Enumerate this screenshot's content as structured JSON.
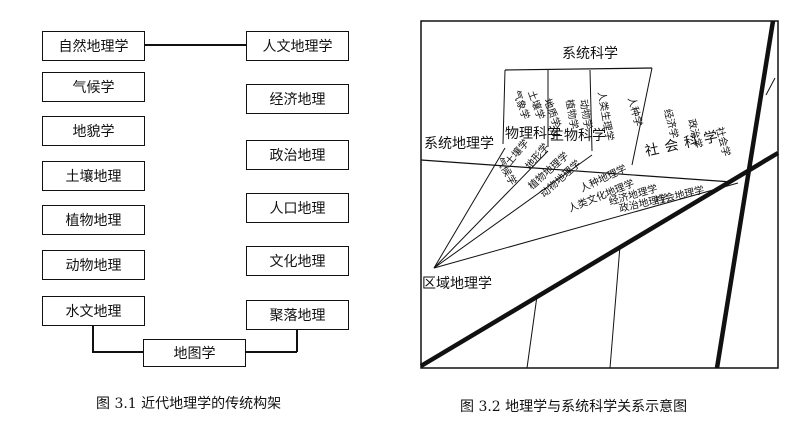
{
  "fig1": {
    "left_column": [
      "自然地理学",
      "气候学",
      "地貌学",
      "土壤地理",
      "植物地理",
      "动物地理",
      "水文地理"
    ],
    "right_column": [
      "人文地理学",
      "经济地理",
      "政治地理",
      "人口地理",
      "文化地理",
      "聚落地理"
    ],
    "bottom_box": "地图学",
    "caption": "图 3.1   近代地理学的传统构架"
  },
  "fig2": {
    "systematic_science": "系统科学",
    "systematic_geography": "系统地理学",
    "regional_geography": "区域地理学",
    "physical_science": "物理科学",
    "biological_science": "生物科学",
    "social_science": "社会科学",
    "physical_subjects": [
      "气象学",
      "土壤学",
      "地质学"
    ],
    "bio_subjects": [
      "植物学",
      "动物学",
      "人类生理学"
    ],
    "social_subjects": [
      "人种学",
      "经济学",
      "政治学",
      "社会学"
    ],
    "geo_subfields": [
      "气候学",
      "土壤学",
      "地形学",
      "植物地理学",
      "动物地理学",
      "人种地理学",
      "人类文化地理学",
      "经济地理学",
      "政治地理学",
      "社会地理学"
    ],
    "caption": "图 3.2   地理学与系统科学关系示意图"
  }
}
